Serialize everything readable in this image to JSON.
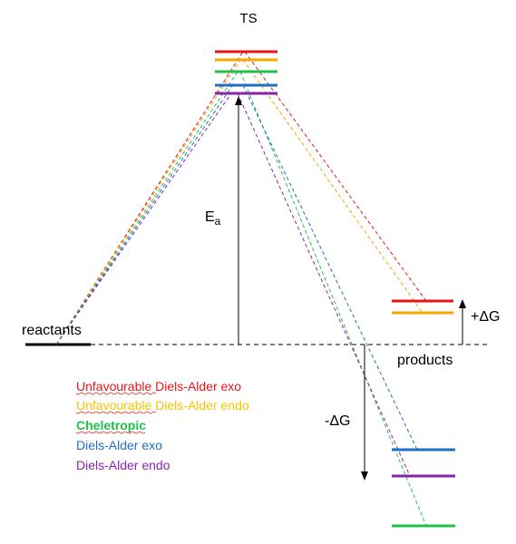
{
  "labels": {
    "ts": "TS",
    "reactants": "reactants",
    "products": "products",
    "ea_main": "E",
    "ea_sub": "a",
    "delta_g_pos": "+ΔG",
    "delta_g_neg": "-ΔG"
  },
  "legend": [
    {
      "prefix": "Unfavourable",
      "rest": " Diels-Alder exo",
      "color": "#e8141b",
      "bold": false,
      "spellcheck": true
    },
    {
      "prefix": "Unfavourable",
      "rest": " Diels-Alder endo",
      "color": "#f5c400",
      "bold": false,
      "spellcheck": true
    },
    {
      "prefix": "Cheletropic",
      "rest": "",
      "color": "#1ec24a",
      "bold": true,
      "spellcheck": true
    },
    {
      "prefix": "Diels-Alder exo",
      "rest": "",
      "color": "#1f6fc4",
      "bold": false,
      "spellcheck": false
    },
    {
      "prefix": "Diels-Alder endo",
      "rest": "",
      "color": "#8a22b0",
      "bold": false,
      "spellcheck": false
    }
  ],
  "colors": {
    "red": "#e8141b",
    "orange": "#f7a600",
    "green": "#1ec24a",
    "blue": "#1f6fc4",
    "purple": "#8a22b0",
    "black": "#000000"
  }
}
